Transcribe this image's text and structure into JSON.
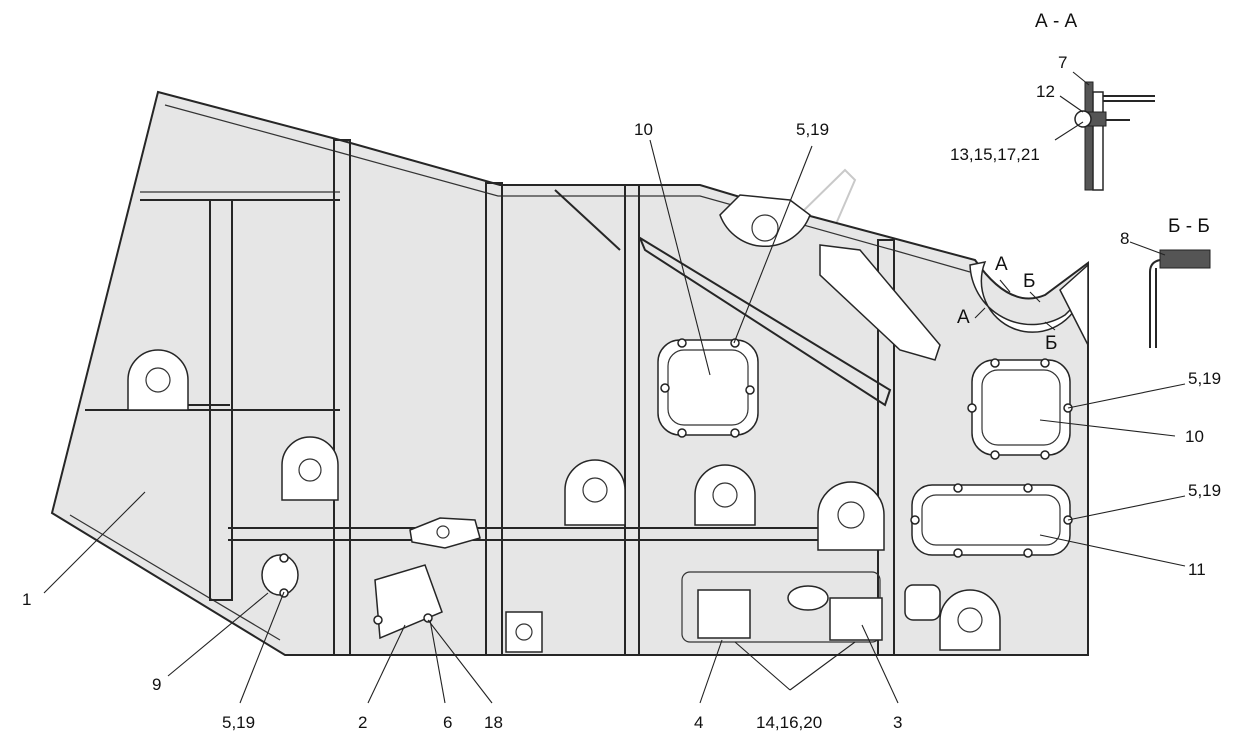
{
  "section_titles": {
    "aa": "А - А",
    "bb": "Б - Б"
  },
  "section_marks": {
    "a_upper": "А",
    "a_lower": "А",
    "b_upper": "Б",
    "b_lower": "Б"
  },
  "callouts": {
    "c1": "1",
    "c2": "2",
    "c3": "3",
    "c4": "4",
    "c5_19_left": "5,19",
    "c5_19_top": "5,19",
    "c5_19_right_upper": "5,19",
    "c5_19_right_lower": "5,19",
    "c6": "6",
    "c7": "7",
    "c8": "8",
    "c9": "9",
    "c10_top": "10",
    "c10_right": "10",
    "c11": "11",
    "c12": "12",
    "c13_15_17_21": "13,15,17,21",
    "c14_16_20": "14,16,20",
    "c18": "18"
  }
}
